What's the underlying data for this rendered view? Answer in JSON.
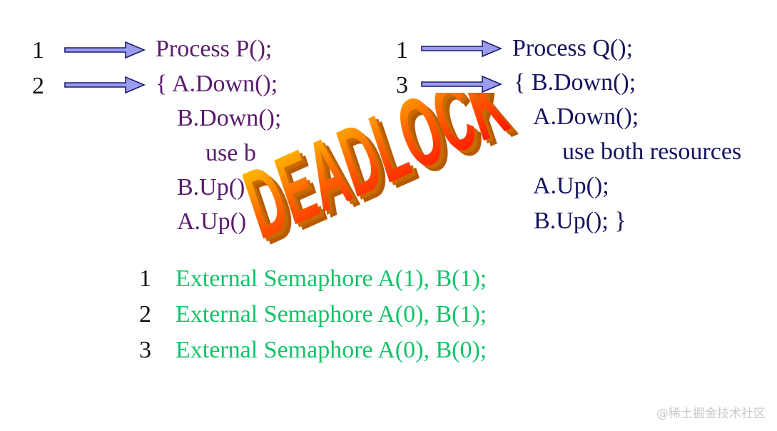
{
  "process_p": {
    "markers": [
      "1",
      "2"
    ],
    "lines": [
      "Process P();",
      "{ A.Down();",
      "B.Down();",
      "use b",
      "B.Up()",
      "A.Up()"
    ]
  },
  "process_q": {
    "markers": [
      "1",
      "3"
    ],
    "lines": [
      "Process Q();",
      "{ B.Down();",
      "A.Down();",
      "use both resources",
      "A.Up();",
      "B.Up(); }"
    ]
  },
  "semaphores": [
    {
      "num": "1",
      "text": "External Semaphore A(1), B(1);"
    },
    {
      "num": "2",
      "text": "External Semaphore A(0), B(1);"
    },
    {
      "num": "3",
      "text": "External Semaphore A(0), B(0);"
    }
  ],
  "overlay": {
    "text": "DEADLOCK"
  },
  "watermark": {
    "text": "@稀土掘金技术社区"
  },
  "colors": {
    "process_p": "#5a1a6e",
    "process_q": "#14135e",
    "semaphore": "#12c46a",
    "arrow_fill": "#9a9cf0",
    "deadlock_top": "#ffe000",
    "deadlock_bottom": "#ff1a00",
    "deadlock_side": "#b65a00"
  }
}
